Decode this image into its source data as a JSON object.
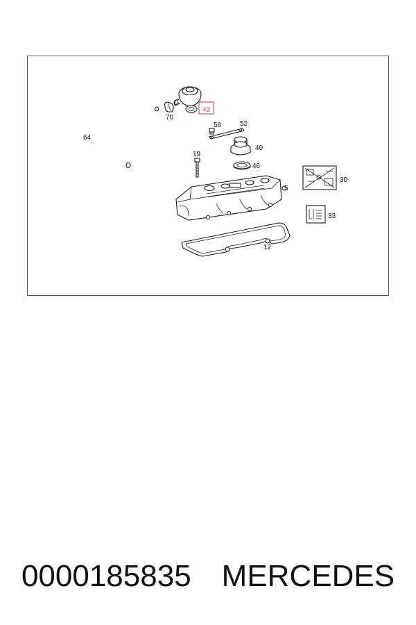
{
  "diagram": {
    "labels": {
      "p43": "43",
      "p70": "70",
      "p64": "64",
      "p58": "58",
      "p52": "52",
      "p40": "40",
      "p19": "19",
      "p46": "46",
      "p30": "30",
      "p5": "5",
      "p33": "33",
      "p12": "12"
    },
    "highlight_color": "#d9534f",
    "highlighted_part": "43"
  },
  "caption": {
    "part_number": "0000185835",
    "brand": "MERCEDES"
  }
}
